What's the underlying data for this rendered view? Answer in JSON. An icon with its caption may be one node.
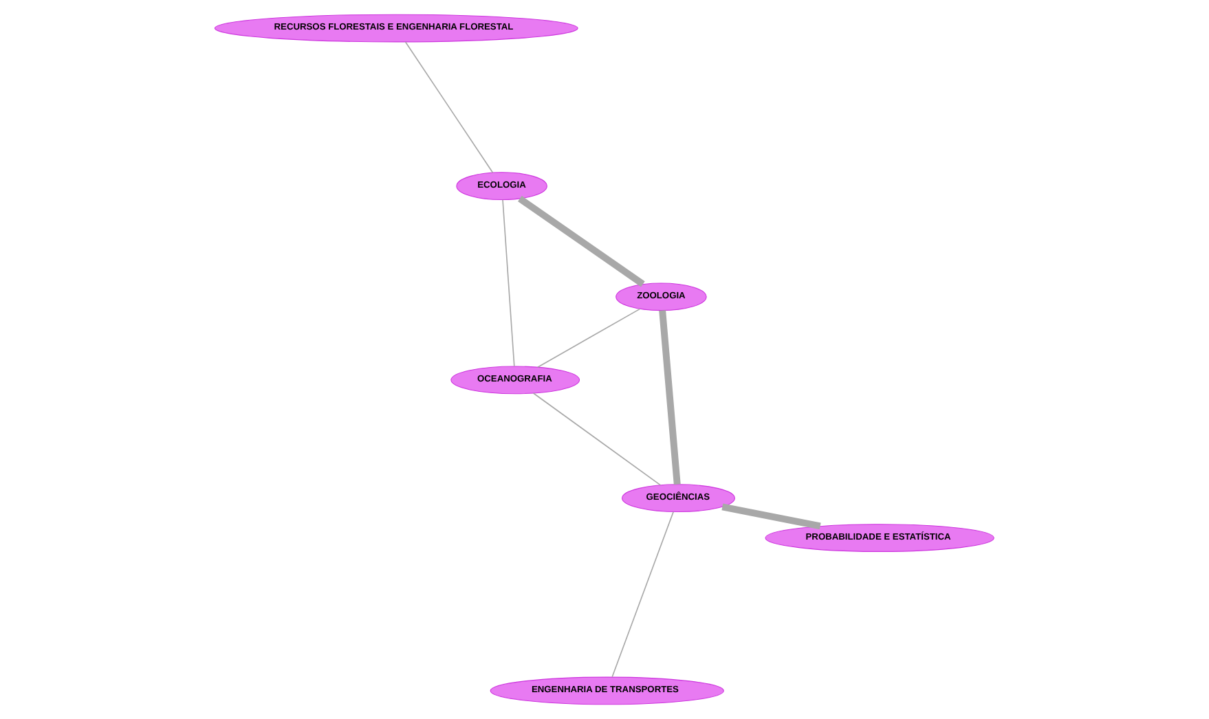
{
  "diagram": {
    "nodes": [
      {
        "text": [
          "ENGENHARIA DE TRANSPORTES"
        ]
      },
      {
        "text": [
          "GEOCIÊNCIAS"
        ]
      },
      {
        "text": [
          "PROBABILIDADE E ESTATÍSTICA"
        ]
      },
      {
        "text": [
          "ZOOLOGIA"
        ]
      },
      {
        "text": [
          "OCEANOGRAFIA"
        ]
      },
      {
        "text": [
          "RECURSOS FLORESTAIS E ENGENHARIA FLORESTAL"
        ]
      },
      {
        "text": [
          "ECOLOGIA"
        ]
      }
    ],
    "edges": [
      {
        "from": 0,
        "to": 1,
        "arrow": "none"
      },
      {
        "from": 1,
        "to": 2,
        "arrow": "none",
        "style": "thick"
      },
      {
        "from": 1,
        "to": 3,
        "arrow": "none",
        "style": "thick"
      },
      {
        "from": 1,
        "to": 4,
        "arrow": "none"
      },
      {
        "from": 3,
        "to": 4,
        "arrow": "none"
      },
      {
        "from": 3,
        "to": 6,
        "arrow": "none",
        "style": "thick"
      },
      {
        "from": 4,
        "to": 6,
        "arrow": "none"
      },
      {
        "from": 5,
        "to": 6,
        "arrow": "none"
      }
    ]
  }
}
